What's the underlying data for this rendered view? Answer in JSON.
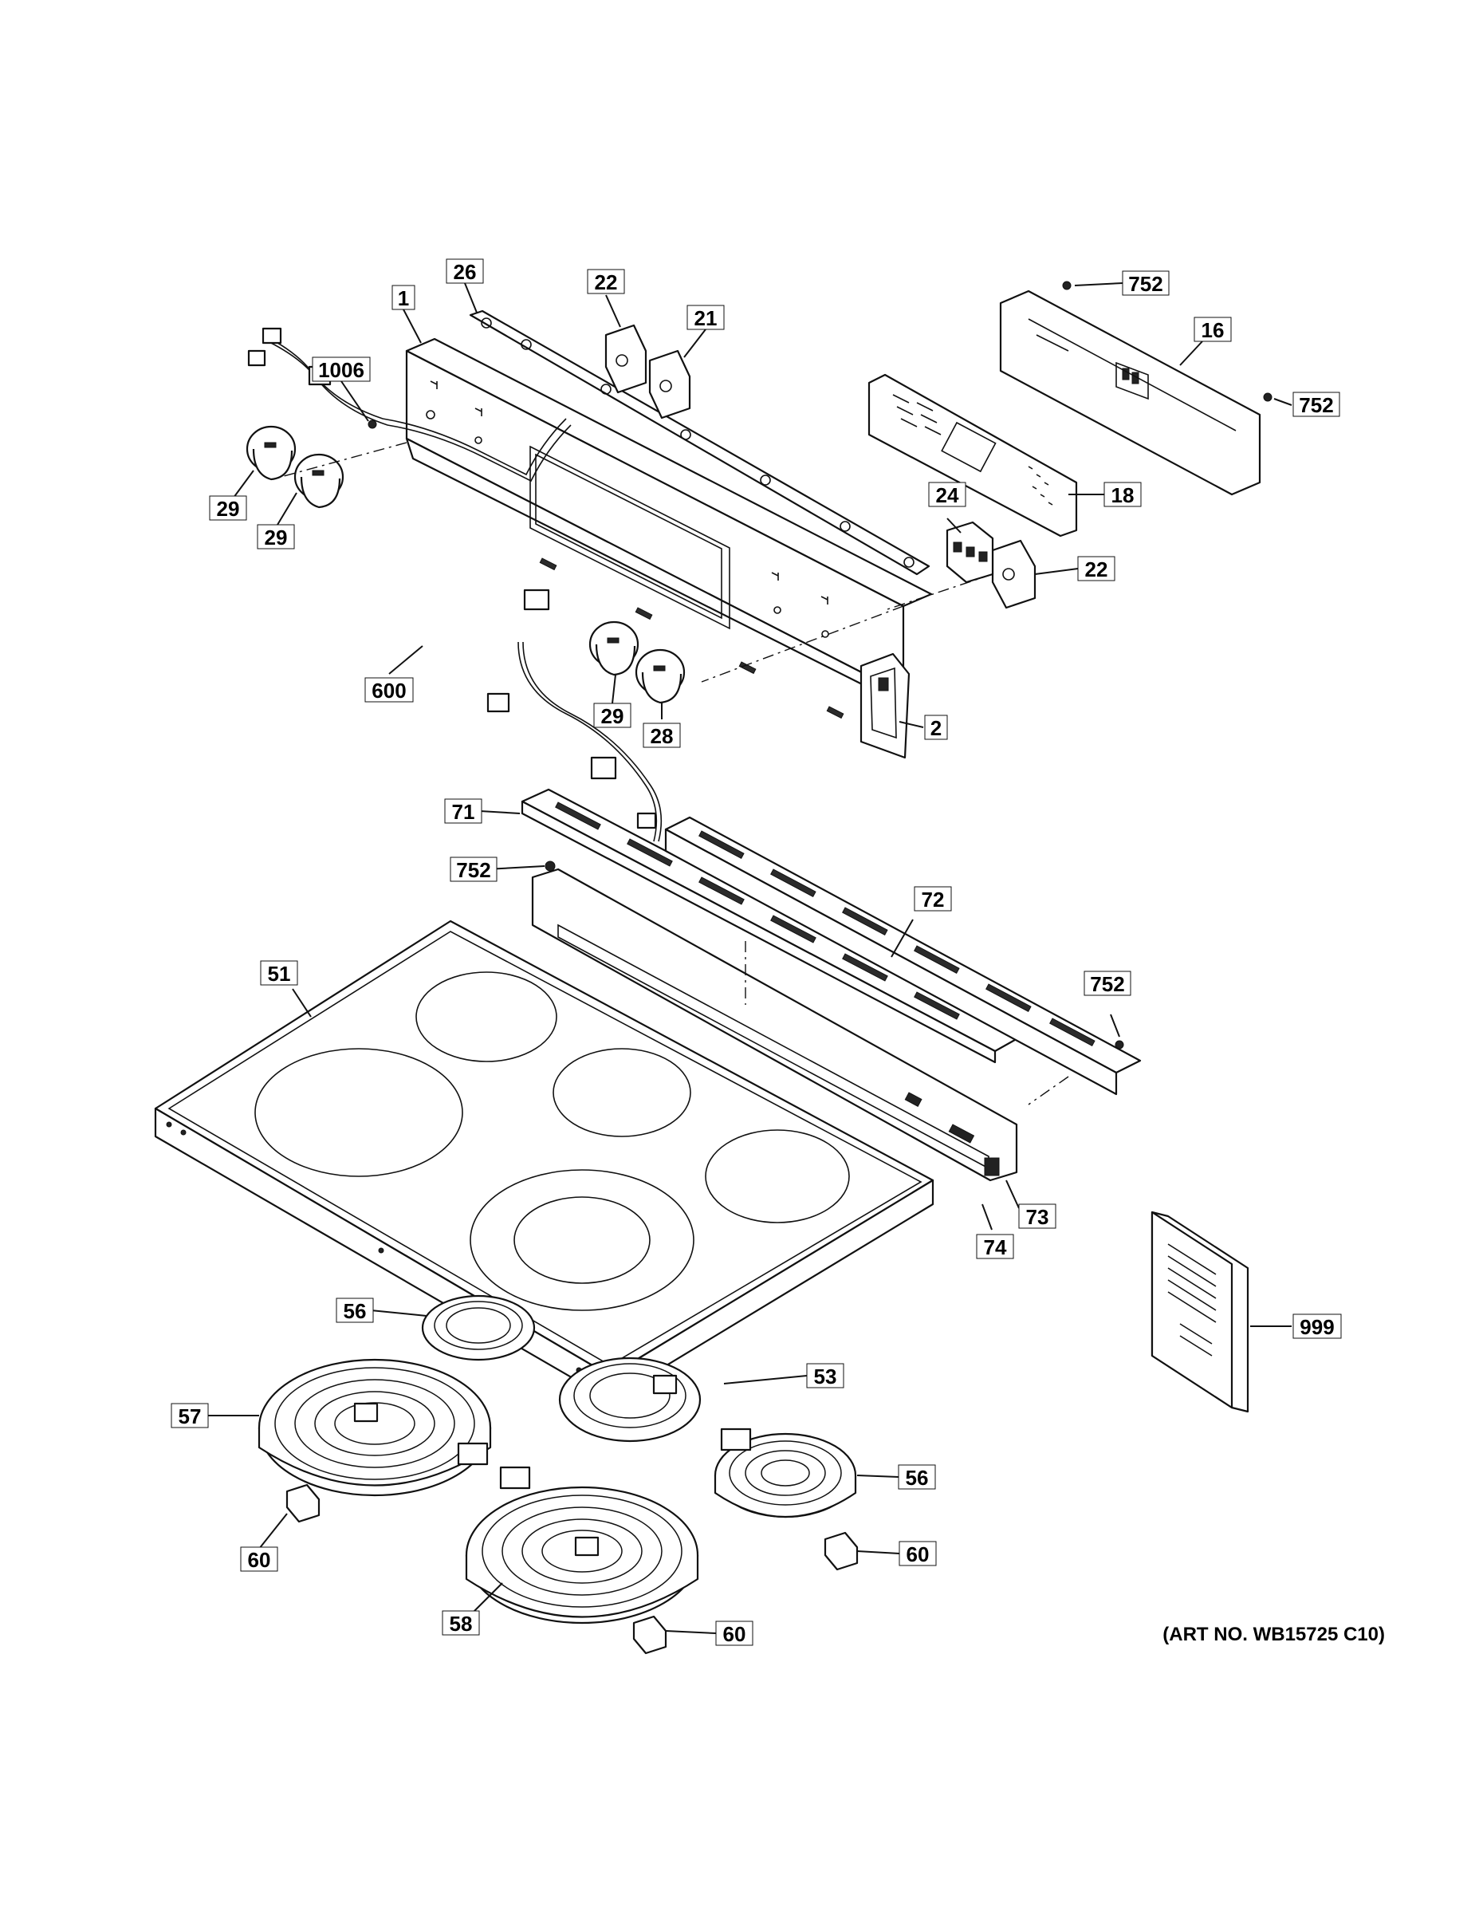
{
  "diagram": {
    "art_number": "(ART NO. WB15725 C10)",
    "callouts": {
      "c1": "1",
      "c2": "2",
      "c16": "16",
      "c18": "18",
      "c21": "21",
      "c22a": "22",
      "c22b": "22",
      "c24": "24",
      "c26": "26",
      "c28": "28",
      "c29a": "29",
      "c29b": "29",
      "c29c": "29",
      "c51": "51",
      "c53": "53",
      "c56a": "56",
      "c56b": "56",
      "c57": "57",
      "c58": "58",
      "c60a": "60",
      "c60b": "60",
      "c60c": "60",
      "c71": "71",
      "c72": "72",
      "c73": "73",
      "c74": "74",
      "c600": "600",
      "c752a": "752",
      "c752b": "752",
      "c752c": "752",
      "c752d": "752",
      "c999": "999",
      "c1006": "1006"
    }
  }
}
